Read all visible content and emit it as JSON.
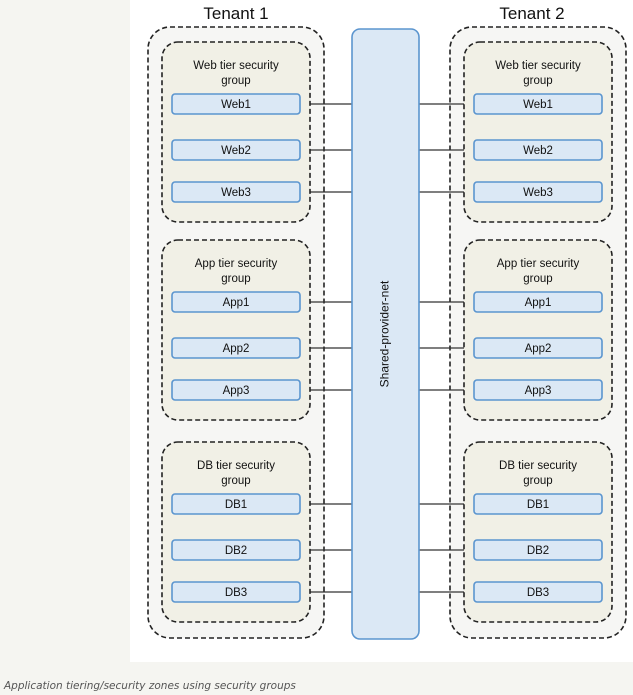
{
  "tenants": [
    {
      "title": "Tenant 1",
      "groups": [
        {
          "title_lines": [
            "Web tier security",
            "group"
          ],
          "nodes": [
            "Web1",
            "Web2",
            "Web3"
          ]
        },
        {
          "title_lines": [
            "App tier security",
            "group"
          ],
          "nodes": [
            "App1",
            "App2",
            "App3"
          ]
        },
        {
          "title_lines": [
            "DB tier security",
            "group"
          ],
          "nodes": [
            "DB1",
            "DB2",
            "DB3"
          ]
        }
      ]
    },
    {
      "title": "Tenant 2",
      "groups": [
        {
          "title_lines": [
            "Web tier security",
            "group"
          ],
          "nodes": [
            "Web1",
            "Web2",
            "Web3"
          ]
        },
        {
          "title_lines": [
            "App tier security",
            "group"
          ],
          "nodes": [
            "App1",
            "App2",
            "App3"
          ]
        },
        {
          "title_lines": [
            "DB tier security",
            "group"
          ],
          "nodes": [
            "DB1",
            "DB2",
            "DB3"
          ]
        }
      ]
    }
  ],
  "shared_network": {
    "label": "Shared-provider-net"
  },
  "caption": "Application tiering/security zones using security groups",
  "colors": {
    "node_fill": "#dbe8f5",
    "node_stroke": "#5b95cf",
    "group_fill": "#f1f0e6",
    "bus_fill": "#dbe8f5",
    "bus_stroke": "#5b95cf",
    "line": "#333333",
    "dash": "#222222"
  }
}
